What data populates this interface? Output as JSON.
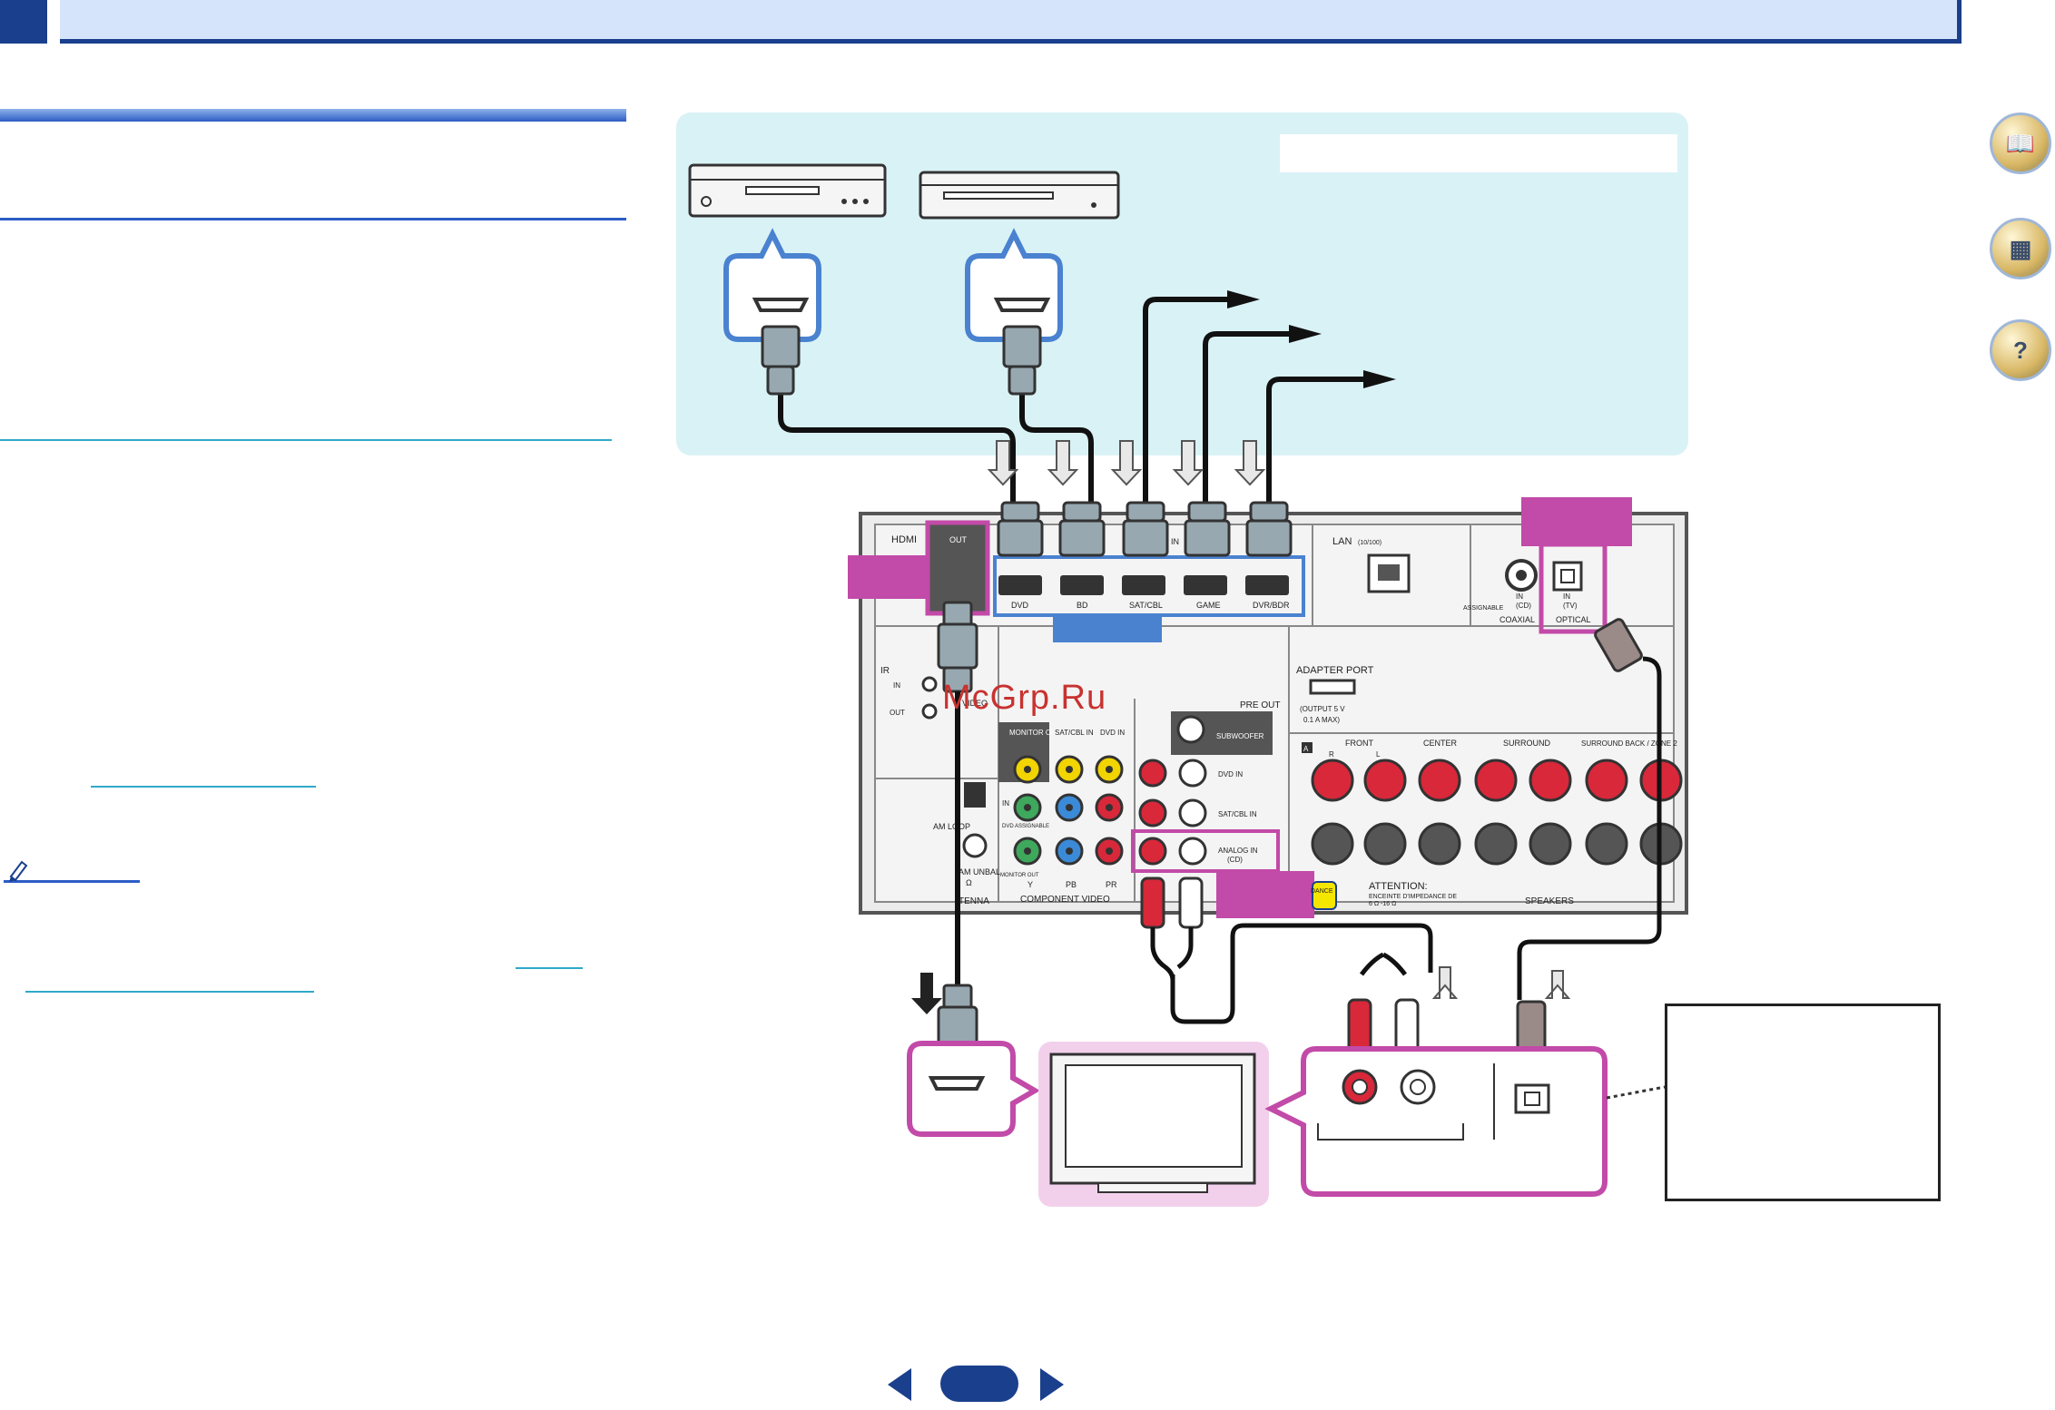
{
  "header": {
    "chapter_number": "",
    "title": ""
  },
  "left_column": {
    "section_title": "",
    "note_label": ""
  },
  "side_nav": {
    "items": [
      {
        "icon": "book-help-icon"
      },
      {
        "icon": "receiver-index-icon"
      },
      {
        "icon": "faq-remote-icon"
      }
    ]
  },
  "diagram": {
    "receiver_labels": {
      "hdmi": "HDMI",
      "out": "OUT",
      "inputs": [
        "DVD",
        "BD",
        "SAT/CBL",
        "GAME",
        "DVR/BDR"
      ],
      "in_mark": "IN",
      "lan": "LAN",
      "lan_speed": "(10/100)",
      "coaxial": "COAXIAL",
      "coax_in": "IN",
      "coax_cd": "(CD)",
      "assignable": "ASSIGNABLE",
      "optical": "OPTICAL",
      "opt_in": "IN",
      "opt_tv": "(TV)",
      "adapter_port": "ADAPTER PORT",
      "adapter_output": "(OUTPUT  5 V",
      "adapter_current": "0.1 A  MAX)",
      "ir": "IR",
      "ir_in": "IN",
      "ir_out": "OUT",
      "video": "VIDEO",
      "monitor_out": "MONITOR OUT",
      "sat_cbl_in": "SAT/CBL IN",
      "dvd_in_video": "DVD IN",
      "pre_out": "PRE OUT",
      "subwoofer": "SUBWOOFER",
      "dvd_in": "DVD IN",
      "sat_cbl_in_audio": "SAT/CBL IN",
      "analog_in": "ANALOG IN",
      "analog_cd": "(CD)",
      "component_in": "IN",
      "dvd_assignable": "DVD ASSIGNABLE",
      "monitor_out_comp": "MONITOR OUT",
      "y": "Y",
      "pb": "PB",
      "pr": "PR",
      "component_video": "COMPONENT VIDEO",
      "am_loop": "AM LOOP",
      "am_unbal": "AM UNBAL",
      "ohm": "Ω",
      "antenna": "TENNA",
      "front": "FRONT",
      "center": "CENTER",
      "surround": "SURROUND",
      "surround_back": "SURROUND BACK / ZONE 2",
      "r": "R",
      "l": "L",
      "speaker_a": "A",
      "attention": "ATTENTION:",
      "enceinte": "ENCEINTE D'IMPEDANCE DE",
      "impedance": "6 Ω -16 Ω",
      "ance": "DANCE",
      "speakers": "SPEAKERS"
    }
  },
  "watermark": "McGrp.Ru",
  "pager": {
    "page_number": ""
  },
  "colors": {
    "brand": "#1a3f8c",
    "magenta": "#c24aa8",
    "blue_box": "#4a82d0",
    "panel": "#d9f2f6",
    "tv_bg": "#f2d0ec"
  }
}
